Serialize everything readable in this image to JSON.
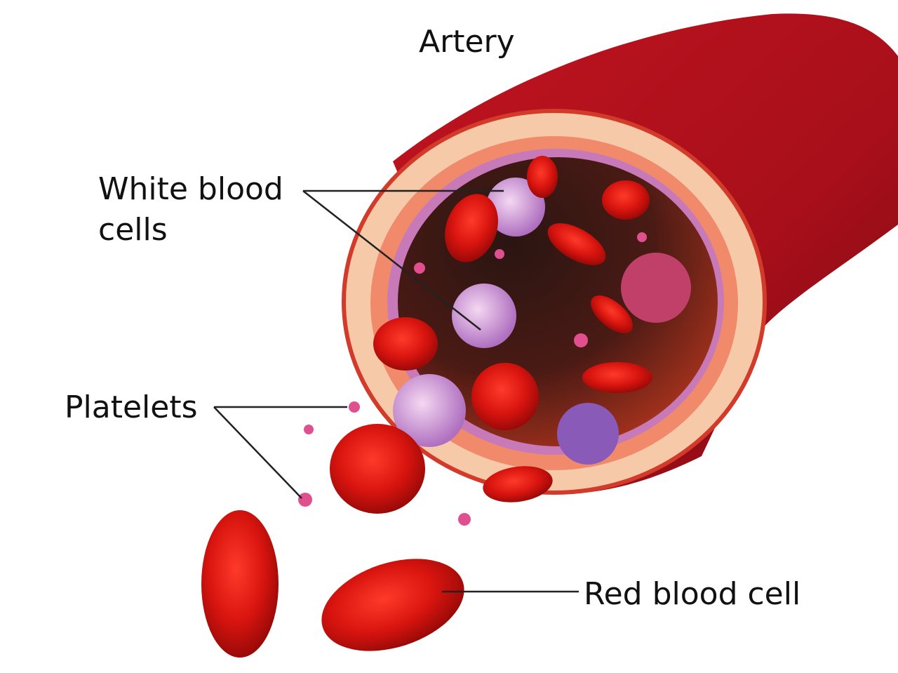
{
  "labels": {
    "artery": "Artery",
    "white_blood_cells_line1": "White blood",
    "white_blood_cells_line2": "cells",
    "platelets": "Platelets",
    "red_blood_cell": "Red blood cell"
  },
  "colors": {
    "artery_wall": "#b5121b",
    "red_cell": "#d8140f",
    "white_cell": "#c98ad0",
    "platelet": "#e0508f",
    "lumen": "#3a1a17"
  }
}
